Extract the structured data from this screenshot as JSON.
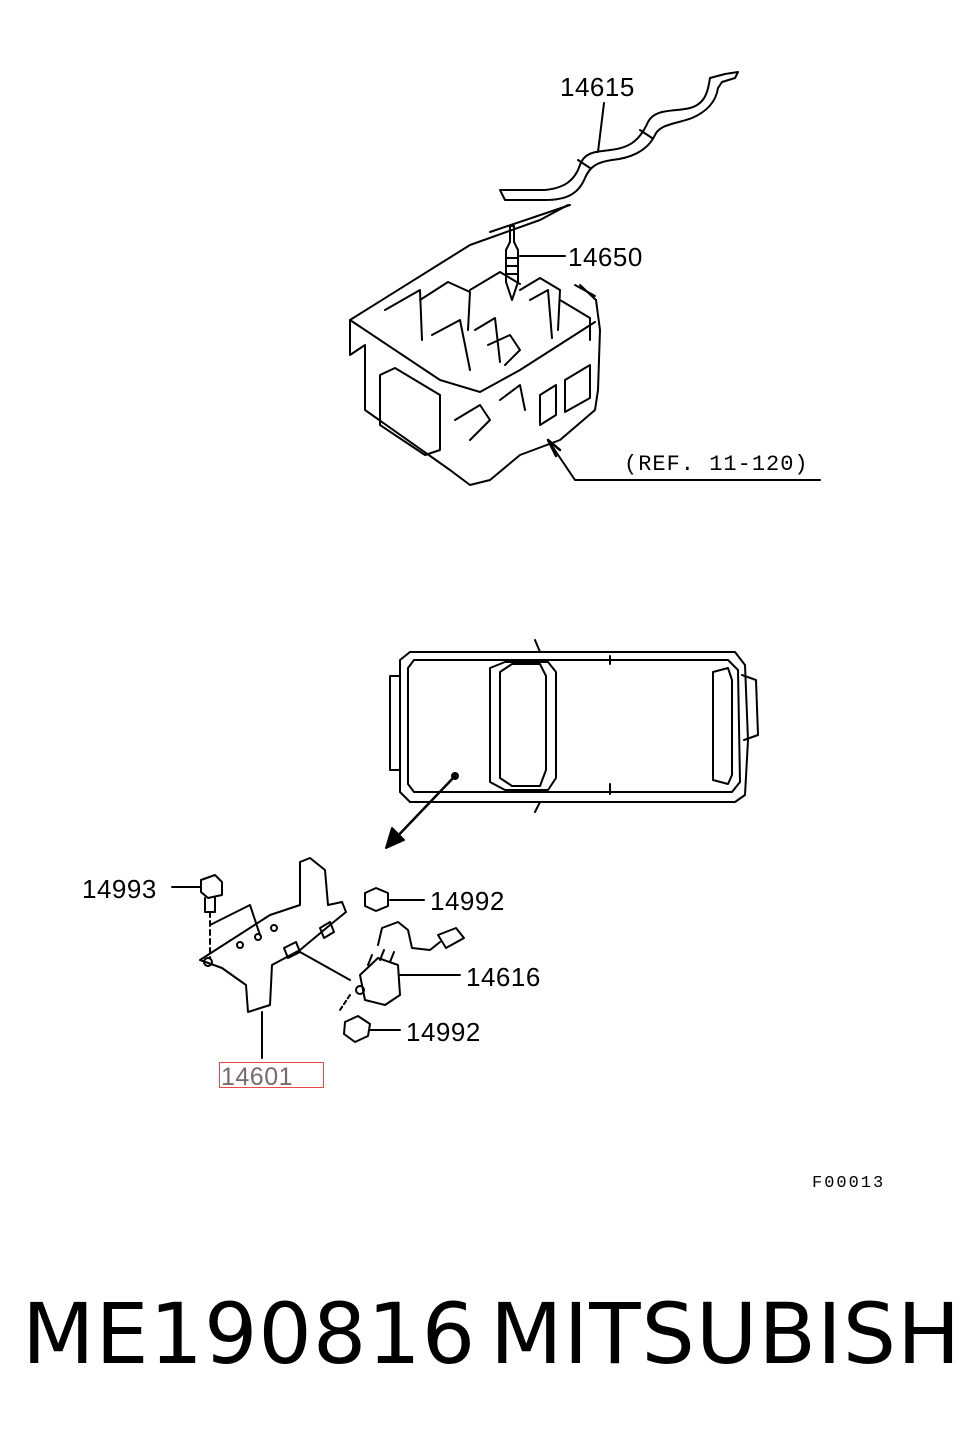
{
  "diagram": {
    "callouts": {
      "p14615": "14615",
      "p14650": "14650",
      "p14993": "14993",
      "p14992_top": "14992",
      "p14616": "14616",
      "p14992_bottom": "14992",
      "p14601": "14601"
    },
    "reference": "(REF. 11-120)",
    "figure_code": "F00013"
  },
  "footer": {
    "part_number": "ME190816",
    "brand": "MITSUBISHI"
  },
  "highlight": {
    "color": "#e8474c",
    "part": "14601"
  }
}
